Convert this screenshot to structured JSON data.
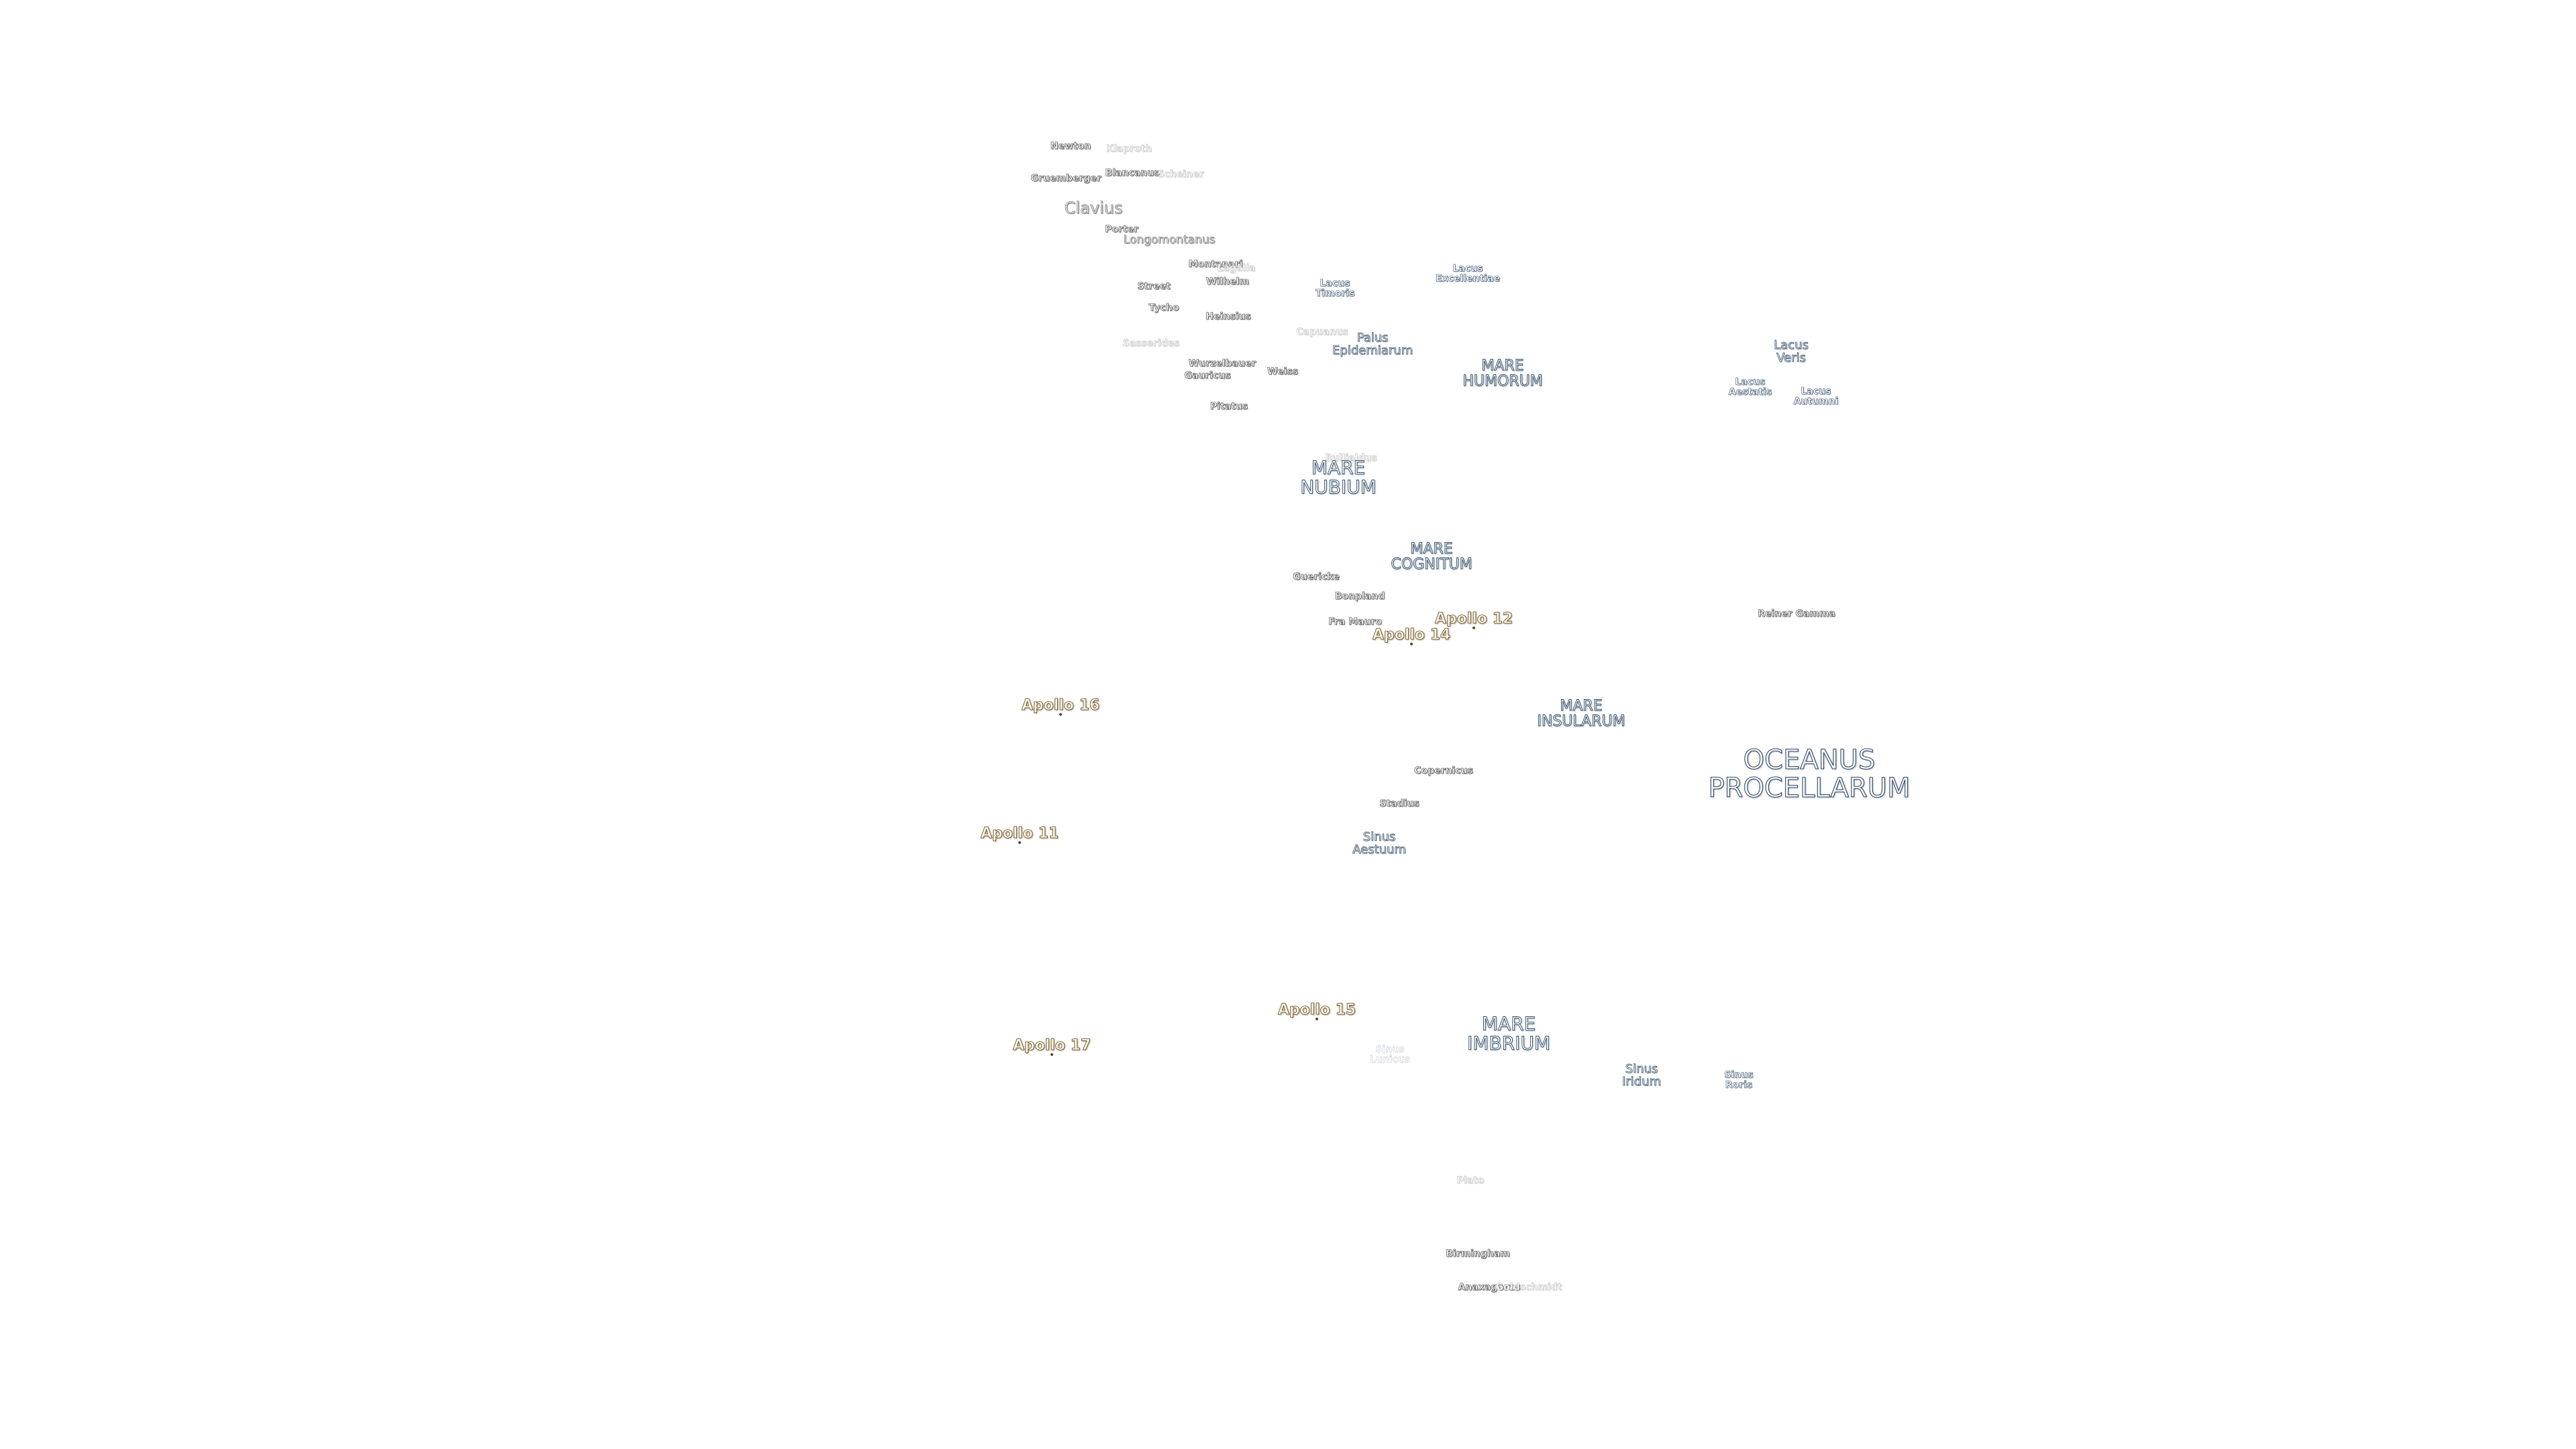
{
  "labels": [
    {
      "id": "newton",
      "text": "Newton",
      "cls": "crater"
    },
    {
      "id": "klaproth",
      "text": "Klaproth",
      "cls": "crater faint"
    },
    {
      "id": "gruemberger",
      "text": "Gruemberger",
      "cls": "crater"
    },
    {
      "id": "blancanus",
      "text": "Blancanus",
      "cls": "crater"
    },
    {
      "id": "scheiner",
      "text": "Scheiner",
      "cls": "crater faint"
    },
    {
      "id": "clavius",
      "text": "Clavius",
      "cls": "crater big"
    },
    {
      "id": "porter",
      "text": "Porter",
      "cls": "crater"
    },
    {
      "id": "longomontanus",
      "text": "Longomontanus",
      "cls": "crater mid"
    },
    {
      "id": "montanari",
      "text": "Montanari",
      "cls": "crater"
    },
    {
      "id": "lagalla",
      "text": "Lagalla",
      "cls": "crater faint"
    },
    {
      "id": "wilhelm",
      "text": "Wilhelm",
      "cls": "crater"
    },
    {
      "id": "street",
      "text": "Street",
      "cls": "crater"
    },
    {
      "id": "tycho",
      "text": "Tycho",
      "cls": "crater"
    },
    {
      "id": "heinsius",
      "text": "Heinsius",
      "cls": "crater"
    },
    {
      "id": "sasserides",
      "text": "Sasserides",
      "cls": "crater faint"
    },
    {
      "id": "capuanus",
      "text": "Capuanus",
      "cls": "crater faint"
    },
    {
      "id": "wurzelbauer",
      "text": "Wurzelbauer",
      "cls": "crater"
    },
    {
      "id": "gauricus",
      "text": "Gauricus",
      "cls": "crater"
    },
    {
      "id": "weiss",
      "text": "Weiss",
      "cls": "crater"
    },
    {
      "id": "pitatus",
      "text": "Pitatus",
      "cls": "crater"
    },
    {
      "id": "bullialdus",
      "text": "Bullialdus",
      "cls": "crater faint"
    },
    {
      "id": "guericke",
      "text": "Guericke",
      "cls": "crater"
    },
    {
      "id": "bonpland",
      "text": "Bonpland",
      "cls": "crater"
    },
    {
      "id": "framauro",
      "text": "Fra Mauro",
      "cls": "crater"
    },
    {
      "id": "reinergamma",
      "text": "Reiner Gamma",
      "cls": "crater"
    },
    {
      "id": "copernicus",
      "text": "Copernicus",
      "cls": "crater"
    },
    {
      "id": "stadius",
      "text": "Stadius",
      "cls": "crater"
    },
    {
      "id": "plato",
      "text": "Plato",
      "cls": "crater faint"
    },
    {
      "id": "birmingham",
      "text": "Birmingham",
      "cls": "crater"
    },
    {
      "id": "anaxagoras",
      "text": "Anaxagoras",
      "cls": "crater"
    },
    {
      "id": "goldschmidt",
      "text": "Goldschmidt",
      "cls": "crater faint"
    },
    {
      "id": "lacustimoris",
      "text": "Lacus\nTimoris",
      "cls": "lake"
    },
    {
      "id": "lacusexcellentiae",
      "text": "Lacus\nExcellentiae",
      "cls": "lake"
    },
    {
      "id": "palusepidemiarum",
      "text": "Palus\nEpidemiarum",
      "cls": "lake mid"
    },
    {
      "id": "lacusveris",
      "text": "Lacus\nVeris",
      "cls": "lake mid"
    },
    {
      "id": "lacusautumni",
      "text": "Lacus\nAutumni",
      "cls": "lake"
    },
    {
      "id": "lacusaestatis",
      "text": "Lacus\nAestatis",
      "cls": "lake"
    },
    {
      "id": "sinusaestuum",
      "text": "Sinus\nAestuum",
      "cls": "lake mid"
    },
    {
      "id": "sinusiridum",
      "text": "Sinus\nIridum",
      "cls": "lake mid"
    },
    {
      "id": "sinusroris",
      "text": "Sinus\nRoris",
      "cls": "lake"
    },
    {
      "id": "sinuslunicus",
      "text": "Sinus\nLunicus",
      "cls": "lake faint"
    },
    {
      "id": "marehumorum",
      "text": "MARE\nHUMORUM",
      "cls": "mare"
    },
    {
      "id": "marenubium",
      "text": "MARE\nNUBIUM",
      "cls": "mare big"
    },
    {
      "id": "marecognitum",
      "text": "MARE\nCOGNITUM",
      "cls": "mare"
    },
    {
      "id": "mareinsularum",
      "text": "MARE\nINSULARUM",
      "cls": "mare"
    },
    {
      "id": "oceanusprocellarum",
      "text": "OCEANUS\nPROCELLARUM",
      "cls": "mare huge"
    },
    {
      "id": "mareimbrium",
      "text": "MARE\nIMBRIUM",
      "cls": "mare big"
    },
    {
      "id": "apollo12",
      "text": "Apollo 12",
      "cls": "apollo"
    },
    {
      "id": "apollo14",
      "text": "Apollo 14",
      "cls": "apollo"
    },
    {
      "id": "apollo16",
      "text": "Apollo 16",
      "cls": "apollo"
    },
    {
      "id": "apollo11",
      "text": "Apollo 11",
      "cls": "apollo"
    },
    {
      "id": "apollo15",
      "text": "Apollo 15",
      "cls": "apollo"
    },
    {
      "id": "apollo17",
      "text": "Apollo 17",
      "cls": "apollo"
    }
  ]
}
